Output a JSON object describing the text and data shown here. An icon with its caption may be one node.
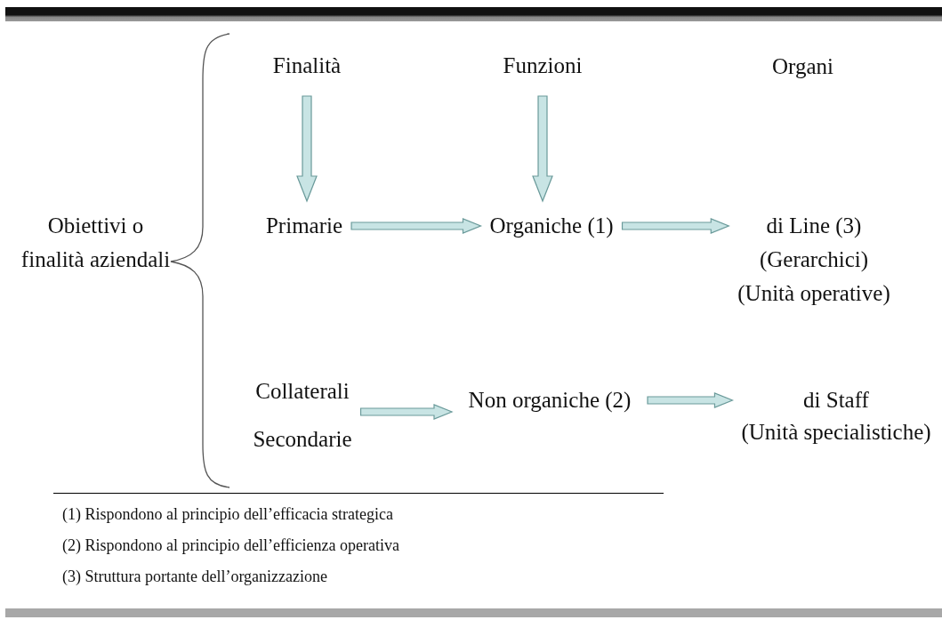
{
  "diagram": {
    "nodes": [
      {
        "text": [
          "Finalità"
        ]
      },
      {
        "text": [
          "Funzioni"
        ]
      },
      {
        "text": [
          "Primarie"
        ]
      },
      {
        "text": [
          "Organiche (1)"
        ]
      },
      {
        "text": [
          "di Line (3)",
          "(Gerarchici)",
          "(Unità operative)"
        ]
      },
      {
        "text": [
          "Collaterali",
          "Secondarie"
        ]
      },
      {
        "text": [
          "Non organiche (2)"
        ]
      },
      {
        "text": [
          "di Staff",
          "(Unità specialistiche)"
        ]
      }
    ],
    "edges": [
      {
        "from": 0,
        "to": 2,
        "arrow": "to"
      },
      {
        "from": 1,
        "to": 3,
        "arrow": "to"
      },
      {
        "from": 2,
        "to": 3,
        "arrow": "to"
      },
      {
        "from": 3,
        "to": 4,
        "arrow": "to"
      },
      {
        "from": 5,
        "to": 6,
        "arrow": "to"
      },
      {
        "from": 6,
        "to": 7,
        "arrow": "to"
      }
    ],
    "labels": [
      "Organi",
      "Obiettivi o finalità aziendali",
      "(1) Rispondono al principio dell’efficacia strategica",
      "(2) Rispondono al principio dell’efficienza operativa",
      "(3) Struttura portante dell’organizzazione"
    ]
  }
}
